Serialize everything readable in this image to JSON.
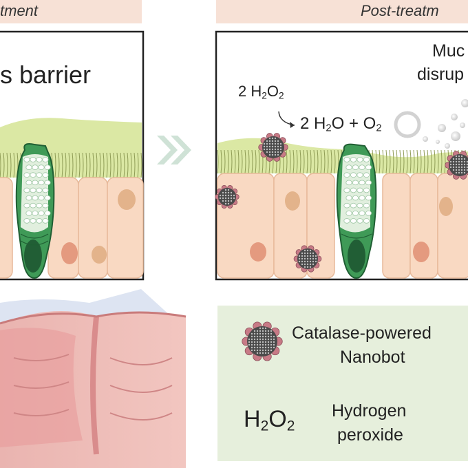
{
  "headers": {
    "left": "tment",
    "right": "Post-treatm"
  },
  "left_panel": {
    "title": "s barrier"
  },
  "right_panel": {
    "label_line1": "Muc",
    "label_line2": "disrup",
    "reaction_lhs_coef": "2 H",
    "reaction_lhs_sub": "2",
    "reaction_lhs_tail": "O",
    "reaction_lhs_sub2": "2",
    "reaction_rhs_water": "2 H",
    "reaction_rhs_water_sub": "2",
    "reaction_rhs_water_tail": "O",
    "reaction_plus": "+",
    "reaction_rhs_o": "O",
    "reaction_rhs_o_sub": "2"
  },
  "legend": {
    "nanobot_line1": "Catalase-powered",
    "nanobot_line2": "Nanobot",
    "h2o2_symbol_h": "H",
    "h2o2_symbol_sub1": "2",
    "h2o2_symbol_o": "O",
    "h2o2_symbol_sub2": "2",
    "h2o2_line1": "Hydrogen",
    "h2o2_line2": "peroxide"
  },
  "colors": {
    "header_bg": "#f7e1d6",
    "mucus": "#dbe8a4",
    "epithelial_cell": "#f9d9c2",
    "goblet_cell": "#3f9a57",
    "nanobot_core": "#4a4a4a",
    "nanobot_spike": "#c77a86",
    "legend_bg": "#e6efdc",
    "arrow": "#cfe2d6",
    "intestine": "#e8a3a3"
  }
}
